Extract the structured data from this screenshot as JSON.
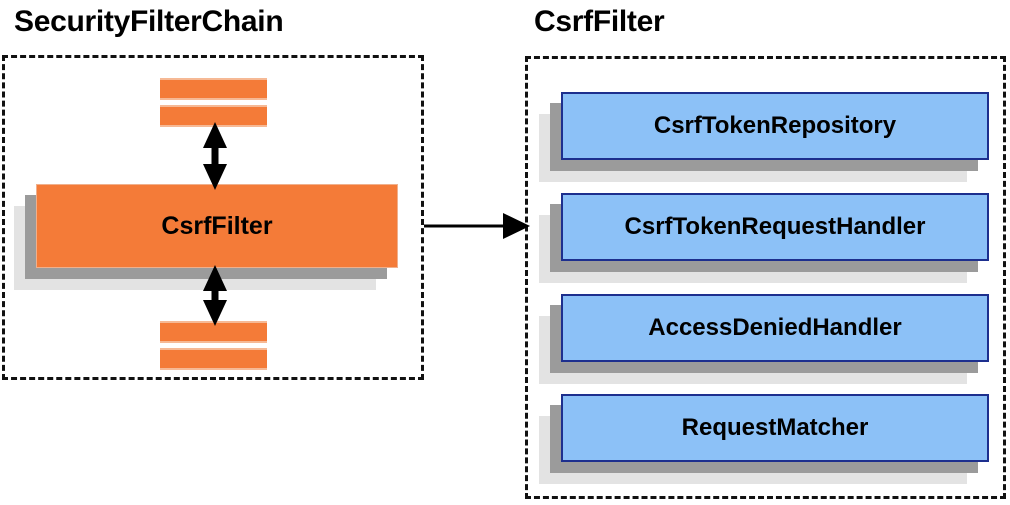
{
  "diagram": {
    "type": "component-relationship-diagram",
    "background": "#ffffff",
    "colors": {
      "filter_orange": "#F47B38",
      "filter_orange_edge": "#F6B995",
      "dependency_blue": "#8CC1F7",
      "dependency_blue_border": "#1D2F8E",
      "shadow_near": "#9B9B9B",
      "shadow_far": "#E3E3E3",
      "outline_dashed": "#111111",
      "text": "#000000"
    }
  },
  "left_panel": {
    "title": "SecurityFilterChain",
    "highlighted_filter": {
      "label": "CsrfFilter",
      "style": "orange-card-with-double-shadow"
    },
    "filters_above": [
      {
        "label": ""
      },
      {
        "label": ""
      }
    ],
    "filters_below": [
      {
        "label": ""
      },
      {
        "label": ""
      }
    ],
    "connector_above": {
      "icon": "double-headed-vertical-arrow",
      "direction": "bidirectional"
    },
    "connector_below": {
      "icon": "double-headed-vertical-arrow",
      "direction": "bidirectional"
    }
  },
  "link": {
    "icon": "right-arrow-icon",
    "direction": "left-to-right",
    "from": "SecurityFilterChain",
    "to": "CsrfFilter"
  },
  "right_panel": {
    "title": "CsrfFilter",
    "dependencies": [
      {
        "label": "CsrfTokenRepository"
      },
      {
        "label": "CsrfTokenRequestHandler"
      },
      {
        "label": "AccessDeniedHandler"
      },
      {
        "label": "RequestMatcher"
      }
    ]
  }
}
